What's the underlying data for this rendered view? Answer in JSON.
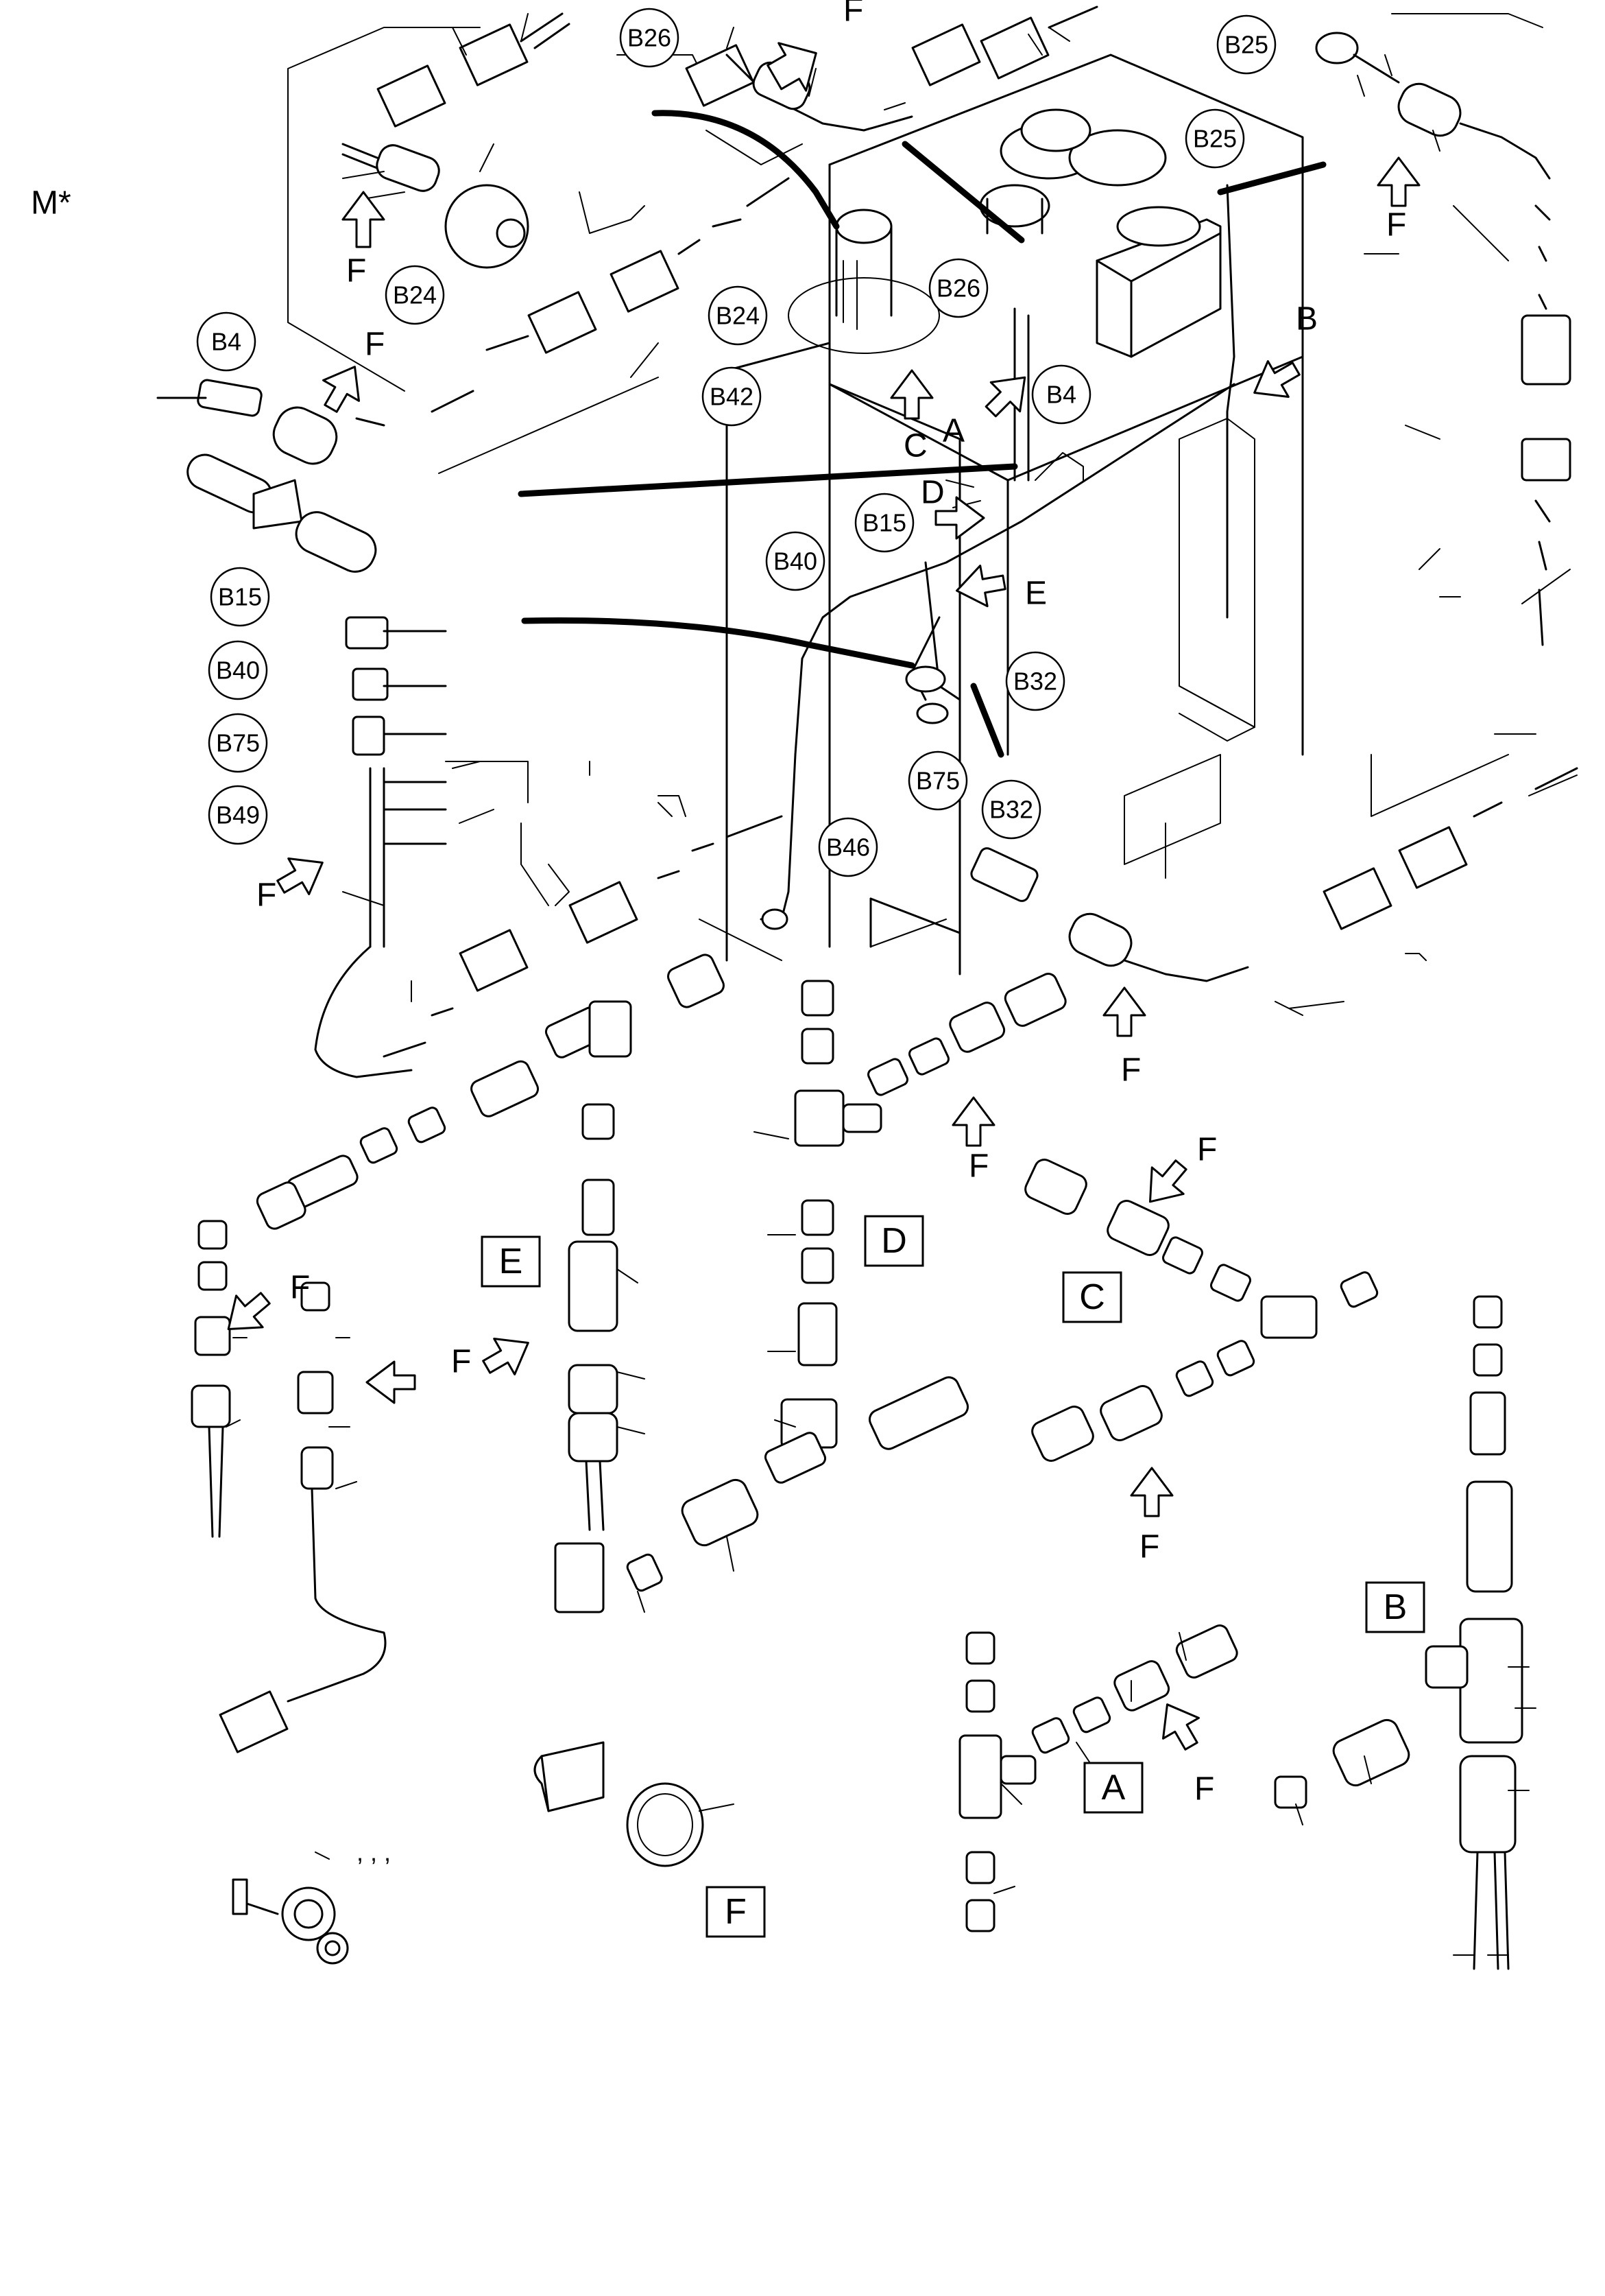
{
  "page_marker": "M*",
  "callouts": [
    {
      "id": "b26-top",
      "label": "B26"
    },
    {
      "id": "b25-top",
      "label": "B25"
    },
    {
      "id": "b25-block",
      "label": "B25"
    },
    {
      "id": "b24-left",
      "label": "B24"
    },
    {
      "id": "b24-tank",
      "label": "B24"
    },
    {
      "id": "b26-block",
      "label": "B26"
    },
    {
      "id": "b4-left",
      "label": "B4"
    },
    {
      "id": "b42",
      "label": "B42"
    },
    {
      "id": "b4-pipe",
      "label": "B4"
    },
    {
      "id": "b15-pipe",
      "label": "B15"
    },
    {
      "id": "b40-pipe",
      "label": "B40"
    },
    {
      "id": "b15-left",
      "label": "B15"
    },
    {
      "id": "b40-left",
      "label": "B40"
    },
    {
      "id": "b75-left",
      "label": "B75"
    },
    {
      "id": "b49-left",
      "label": "B49"
    },
    {
      "id": "b32-a",
      "label": "B32"
    },
    {
      "id": "b75-pipe",
      "label": "B75"
    },
    {
      "id": "b32-b",
      "label": "B32"
    },
    {
      "id": "b46",
      "label": "B46"
    }
  ],
  "view_letters": {
    "a": "A",
    "b": "B",
    "c": "C",
    "d": "D",
    "e": "E",
    "f": "F"
  },
  "detail_boxes": [
    {
      "id": "detail-d",
      "label": "D"
    },
    {
      "id": "detail-e",
      "label": "E"
    },
    {
      "id": "detail-c",
      "label": "C"
    },
    {
      "id": "detail-b",
      "label": "B"
    },
    {
      "id": "detail-a",
      "label": "A"
    },
    {
      "id": "detail-f",
      "label": "F"
    }
  ],
  "comma_marks": ",  ,  ,"
}
